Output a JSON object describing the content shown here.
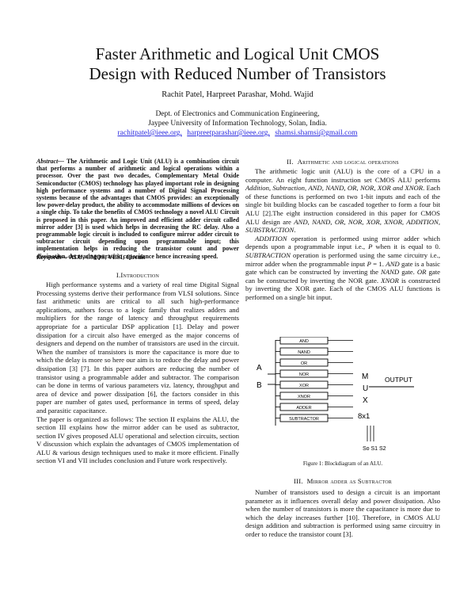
{
  "title": {
    "line1": "Faster Arithmetic and Logical Unit CMOS",
    "line2": "Design with Reduced Number of Transistors"
  },
  "authors": "Rachit Patel, Harpreet Parashar, Mohd. Wajid",
  "affiliation": {
    "dept": "Dept. of Electronics and Communication Engineering,",
    "univ": "Jaypee University of Information Technology, Solan, India.",
    "emails": [
      "rachitpatel@ieee.org,",
      "harpreetparashar@ieee.org,",
      "shamsi.shamsi@gmail.com"
    ]
  },
  "abstract": {
    "lead": "Abstract—",
    "text": " The Arithmetic and Logic Unit (ALU) is a combination circuit that performs a number of arithmetic and logical operations within a processor. Over the past two decades, Complementary Metal Oxide Semiconductor (CMOS) technology has played important role in designing high performance systems and a number of Digital Signal Processing systems because of the advantages that CMOS provides: an exceptionally low power-delay product, the ability to accommodate millions of devices on a single chip. To take the benefits of CMOS technology a novel ALU Circuit is proposed in this paper. An improved and efficient adder circuit called mirror adder [3] is used which helps in decreasing the RC delay. Also a programmable logic circuit is included to configure mirror adder circuit to subtractor circuit depending upon programmable input; this implementation helps in reducing the transistor count and power dissipation, decreasing parasitic capacitance hence increasing speed."
  },
  "keywords": {
    "lead": "Keywords—",
    "text": " ALU, CMOS, VLSI, Circuit"
  },
  "sections": {
    "intro": {
      "num": "I.",
      "title": "Introduction",
      "p1": "High performance systems and a variety of real time Digital Signal Processing systems derive their performance from VLSI solutions. Since fast arithmetic units are critical to all such high-performance applications, authors focus to a logic family that realizes adders and multipliers for the range of latency and throughput requirements appropriate for a particular DSP application [1]. Delay and power dissipation for a circuit also have emerged as the major concerns of designers and depend on the number of transistors are used in the circuit. When the number of transistors is more the capacitance is more due to which the delay is more so here our aim is to reduce the delay and power dissipation [3] [7]. In this paper authors are reducing the number of transistor using a programmable adder and subtractor. The comparison can be done in terms of various parameters viz. latency, throughput and area of device and power dissipation [6], the factors consider in this paper are number of gates used, performance in terms of speed, delay and parasitic capacitance.",
      "p2": "The paper is organized as follows: The section II explains the ALU, the section III explains how the mirror adder can be used as subtractor, section IV gives proposed ALU operational and selection circuits, section V discussion which explain the advantages of CMOS implementation of ALU & various design techniques used to make it more efficient. Finally section VI and VII includes conclusion and Future work respectively."
    },
    "alu": {
      "num": "II.",
      "title": "Arithmetic and logical operations",
      "p1a": "The arithmetic logic unit (ALU) is the core of a CPU in a computer. An eight function instruction set CMOS ALU performs ",
      "p1ops": "Addition, Subtraction, AND, NAND, OR, NOR, XOR and XNOR",
      "p1b": ". Each of these functions is performed on two 1-bit inputs and each of the single bit building blocks can be cascaded together to form a four bit ALU [2].The eight instruction considered in this paper for CMOS ALU design are ",
      "p1ops2": "AND, NAND, OR, NOR, XOR, XNOR, ADDITION, SUBSTRACTION",
      "p1c": ".",
      "p2a": "ADDITION",
      "p2b": " operation is performed using mirror adder which depends upon a programmable input i.e., ",
      "p2c": "P",
      "p2d": " when it is equal to 0. ",
      "p2e": "SUBTRACTION",
      "p2f": " operation is performed using the same circuitry i.e., mirror adder when the programmable input ",
      "p2g": "P",
      "p2h": " = 1. ",
      "p2i": "AND",
      "p2j": " gate is a basic gate which can be constructed by inverting the ",
      "p2k": "NAND",
      "p2l": " gate. ",
      "p2m": "OR",
      "p2n": " gate can be constructed by inverting the NOR gate. ",
      "p2o": "XNOR",
      "p2p": " is constructed by inverting the XOR gate. Each of the CMOS ALU functions is performed on a single bit input."
    },
    "mirror": {
      "num": "III.",
      "title": "Mirror adder as Subtractor",
      "p1": "Number of transistors used to design a circuit is an important parameter as it influences overall delay and power dissipation. Also when the number of transistors is more the capacitance is more due to which the delay increases further [10]. Therefore, in CMOS ALU design addition and subtraction is performed using same circuitry in order to reduce the transistor count [3]."
    }
  },
  "figure": {
    "blocks": [
      "AND",
      "NAND",
      "OR",
      "NOR",
      "XOR",
      "XNOR",
      "ADDER",
      "SUBTRACTOR"
    ],
    "input_a": "A",
    "input_b": "B",
    "mux_letters": [
      "M",
      "U",
      "X"
    ],
    "mux_size": "8x1",
    "output": "OUTPUT",
    "select": "So S1 S2",
    "caption": "Figure 1: Blockdiagram of an ALU."
  }
}
